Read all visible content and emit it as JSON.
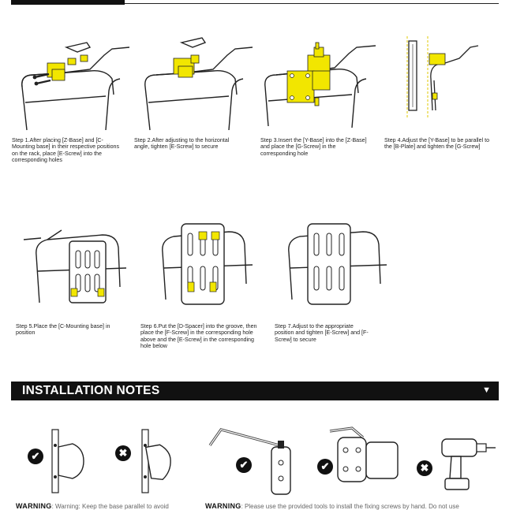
{
  "colors": {
    "accent_yellow": "#f2e600",
    "dark": "#111111",
    "line": "#222222"
  },
  "steps": [
    {
      "text": "Step 1.After placing [Z-Base] and [C-Mounting base] in their respective positions on the rack, place [E-Screw] into the corresponding holes"
    },
    {
      "text": "Step 2.After adjusting to the horizontal angle, tighten [E-Screw] to secure"
    },
    {
      "text": "Step 3.Insert the [Y-Base] into the [Z-Base] and place the [G-Screw] in the corresponding hole"
    },
    {
      "text": "Step 4.Adjust the [Y-Base] to be parallel to the [B-Plate] and tighten the [G-Screw]"
    },
    {
      "text": "Step 5.Place the [C-Mounting base] in position"
    },
    {
      "text": "Step 6.Put the [D-Spacer] into the groove, then place the [F-Screw] in the corresponding hole above and the [E-Screw] in the corresponding hole below"
    },
    {
      "text": "Step 7.Adjust to the appropriate position and tighten [E-Screw] and [F-Screw] to secure"
    }
  ],
  "notes": {
    "title": "INSTALLATION NOTES",
    "arrow": "▼",
    "warnings": [
      {
        "label": "WARNING",
        "text": ": Warning: Keep the base parallel to avoid"
      },
      {
        "label": "WARNING",
        "text": ": Please use the provided tools to install the fixing screws by hand. Do not use"
      }
    ],
    "icons": [
      {
        "name": "check-icon",
        "glyph": "✔"
      },
      {
        "name": "cross-icon",
        "glyph": "✖"
      },
      {
        "name": "check-icon",
        "glyph": "✔"
      },
      {
        "name": "check-icon",
        "glyph": "✔"
      },
      {
        "name": "cross-icon",
        "glyph": "✖"
      }
    ]
  }
}
